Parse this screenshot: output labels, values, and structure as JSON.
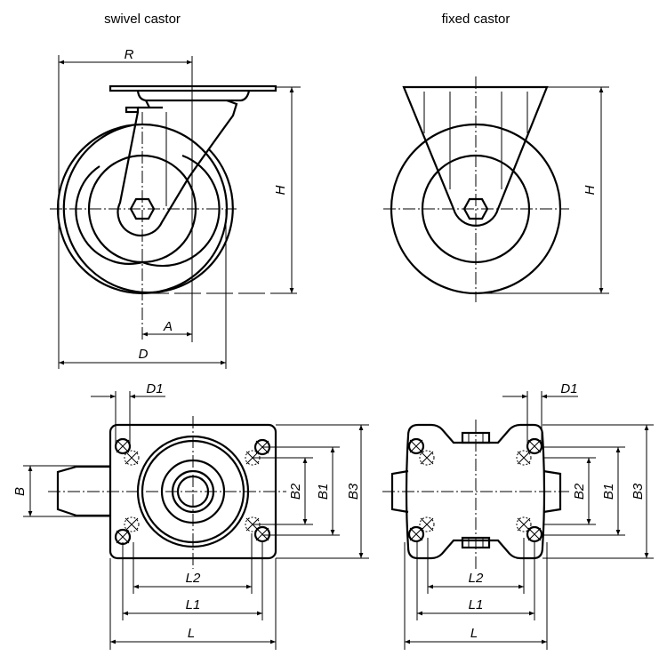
{
  "titles": {
    "swivel": "swivel castor",
    "fixed": "fixed castor"
  },
  "dimensions": {
    "R": "R",
    "H": "H",
    "A": "A",
    "D": "D",
    "D1": "D1",
    "B": "B",
    "B1": "B1",
    "B2": "B2",
    "B3": "B3",
    "L": "L",
    "L1": "L1",
    "L2": "L2"
  },
  "colors": {
    "line": "#000000",
    "background": "#ffffff"
  }
}
